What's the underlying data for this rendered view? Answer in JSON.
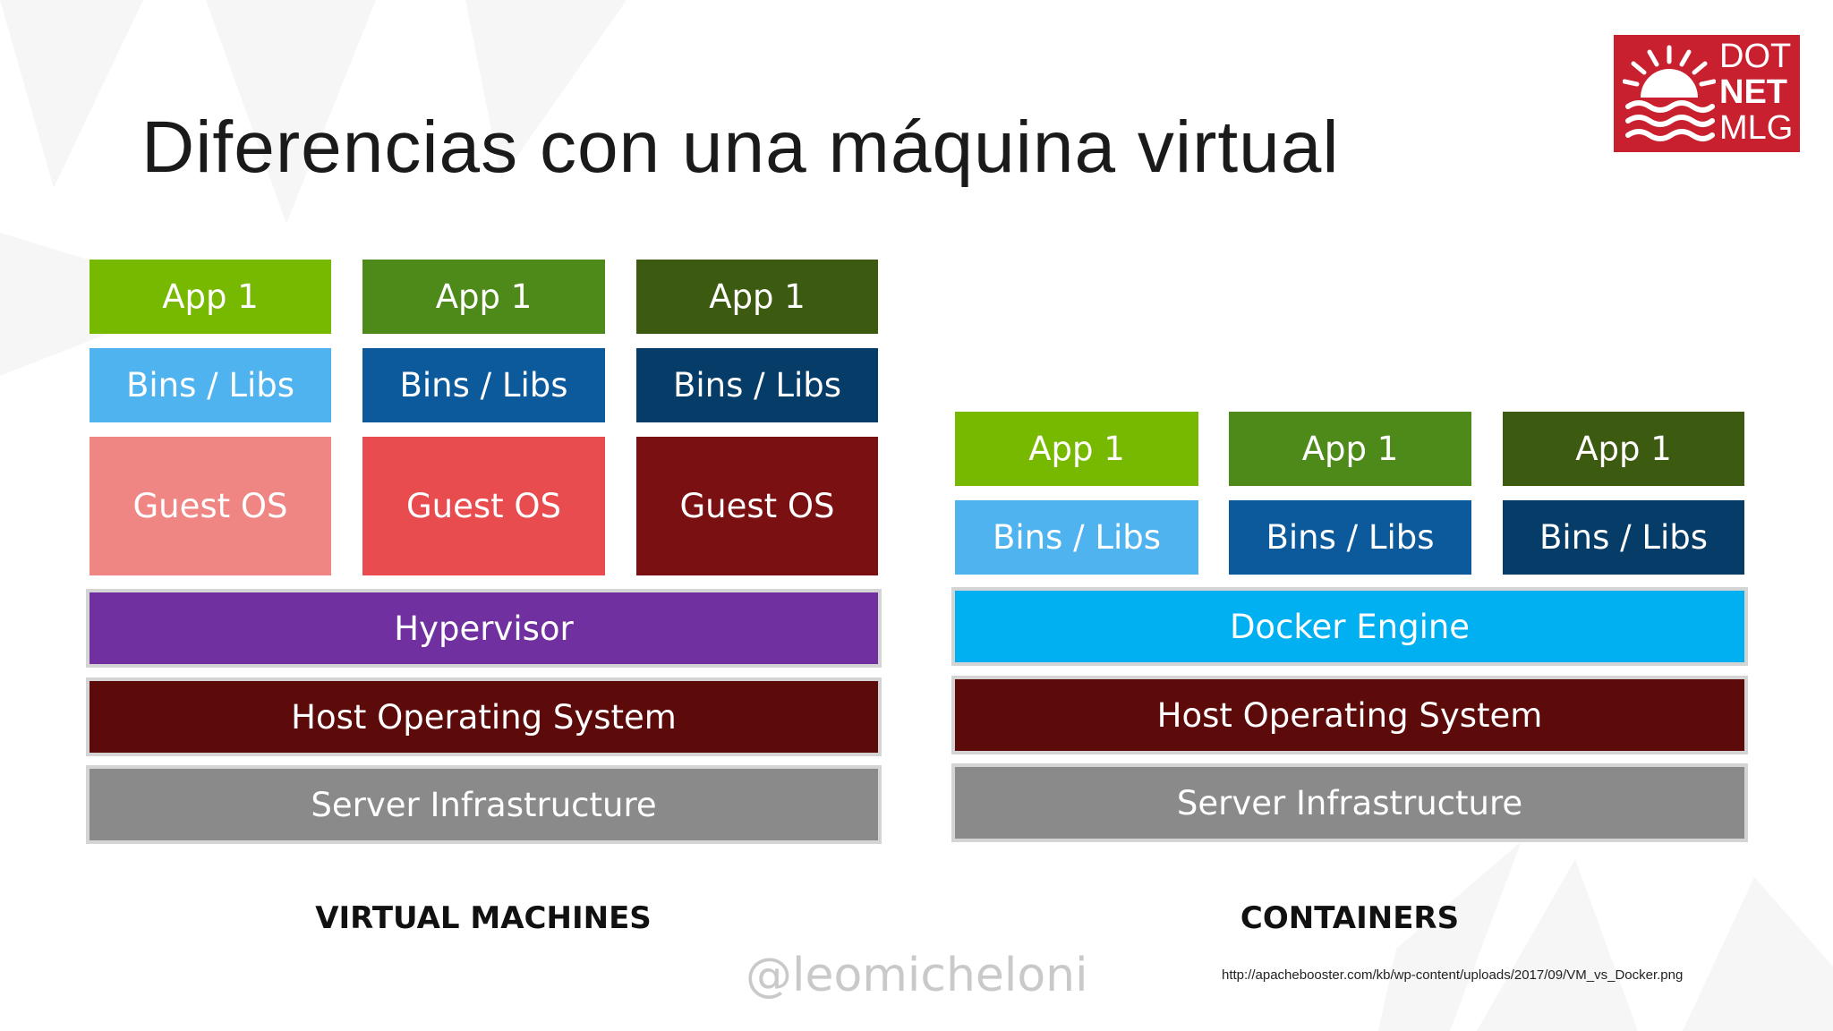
{
  "slide": {
    "title": "Diferencias con una máquina virtual",
    "logo": {
      "lines": [
        "DOT",
        "NET",
        "MLG"
      ],
      "icon": "sun-waves-icon",
      "color": "#c8202f"
    },
    "handle": "@leomicheloni",
    "source_url": "http://apachebooster.com/kb/wp-content/uploads/2017/09/VM_vs_Docker.png"
  },
  "virtual_machines": {
    "caption": "VIRTUAL MACHINES",
    "columns": [
      {
        "app": "App 1",
        "bins": "Bins / Libs",
        "guest_os": "Guest OS"
      },
      {
        "app": "App 1",
        "bins": "Bins / Libs",
        "guest_os": "Guest OS"
      },
      {
        "app": "App 1",
        "bins": "Bins / Libs",
        "guest_os": "Guest OS"
      }
    ],
    "hypervisor": "Hypervisor",
    "host_os": "Host Operating System",
    "server": "Server Infrastructure"
  },
  "containers": {
    "caption": "CONTAINERS",
    "columns": [
      {
        "app": "App 1",
        "bins": "Bins / Libs"
      },
      {
        "app": "App 1",
        "bins": "Bins / Libs"
      },
      {
        "app": "App 1",
        "bins": "Bins / Libs"
      }
    ],
    "engine": "Docker Engine",
    "host_os": "Host Operating System",
    "server": "Server Infrastructure"
  },
  "colors": {
    "app": [
      "#76b900",
      "#4e8a1a",
      "#3c5a10"
    ],
    "bins": [
      "#4fb3ef",
      "#0c5a9b",
      "#063c68"
    ],
    "guest_os": [
      "#f08684",
      "#e84c4f",
      "#7a1012"
    ],
    "hypervisor": "#7030a0",
    "docker_engine": "#00b0f0",
    "host_os": "#5c0a0a",
    "server": "#8a8a8a"
  }
}
